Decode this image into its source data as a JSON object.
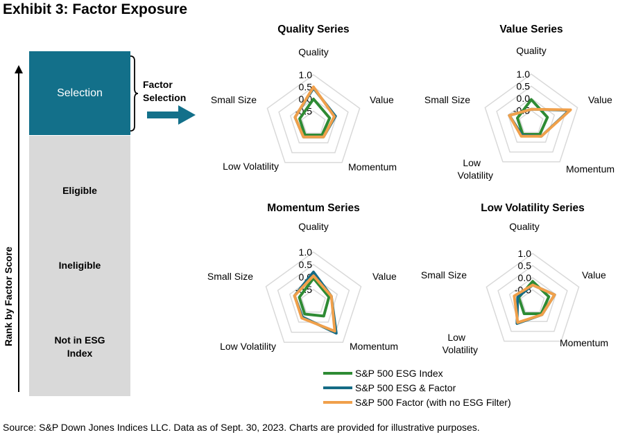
{
  "title": "Exhibit 3: Factor Exposure",
  "funnel": {
    "axis_label": "Rank by Factor Score",
    "selection_label": "Selection",
    "tiers": [
      "Eligible",
      "Ineligible",
      "Not in ESG Index"
    ],
    "arrow_label": "Factor Selection"
  },
  "colors": {
    "selection_fill": "#13708a",
    "tier_fill": "#d9d9d9",
    "grid": "#d9d9d9",
    "arrow": "#13708a"
  },
  "chart_data": [
    {
      "type": "radar",
      "title": "Quality Series",
      "axes": [
        "Quality",
        "Value",
        "Momentum",
        "Low Volatility",
        "Small Size"
      ],
      "ticks": [
        1.0,
        0.5,
        0.0,
        -0.5
      ],
      "rlim": [
        -1.0,
        1.0
      ],
      "series": [
        {
          "name": "S&P 500 ESG Index",
          "color": "#2e8b34",
          "values": [
            0.0,
            -0.3,
            -0.4,
            -0.4,
            -0.4
          ]
        },
        {
          "name": "S&P 500 ESG & Factor",
          "color": "#156b85",
          "values": [
            0.45,
            -0.05,
            -0.3,
            -0.3,
            -0.2
          ]
        },
        {
          "name": "S&P 500 Factor (with no ESG Filter)",
          "color": "#f0a04b",
          "values": [
            0.5,
            -0.1,
            -0.3,
            -0.3,
            -0.2
          ]
        }
      ]
    },
    {
      "type": "radar",
      "title": "Value Series",
      "axes": [
        "Quality",
        "Value",
        "Momentum",
        "Low Volatility",
        "Small Size"
      ],
      "ticks": [
        1.0,
        0.5,
        0.0,
        -0.5
      ],
      "rlim": [
        -1.0,
        1.0
      ],
      "series": [
        {
          "name": "S&P 500 ESG Index",
          "color": "#2e8b34",
          "values": [
            -0.05,
            -0.3,
            -0.4,
            -0.4,
            -0.4
          ]
        },
        {
          "name": "S&P 500 ESG & Factor",
          "color": "#156b85",
          "values": [
            -0.45,
            0.65,
            -0.3,
            -0.35,
            -0.05
          ]
        },
        {
          "name": "S&P 500 Factor (with no ESG Filter)",
          "color": "#f0a04b",
          "values": [
            -0.45,
            0.7,
            -0.3,
            -0.3,
            -0.05
          ]
        }
      ]
    },
    {
      "type": "radar",
      "title": "Momentum Series",
      "axes": [
        "Quality",
        "Value",
        "Momentum",
        "Low Volatility",
        "Small Size"
      ],
      "ticks": [
        1.0,
        0.5,
        0.0,
        -0.5
      ],
      "rlim": [
        -1.0,
        1.0
      ],
      "series": [
        {
          "name": "S&P 500 ESG Index",
          "color": "#2e8b34",
          "values": [
            -0.05,
            -0.35,
            -0.3,
            -0.4,
            -0.4
          ]
        },
        {
          "name": "S&P 500 ESG & Factor",
          "color": "#156b85",
          "values": [
            0.2,
            -0.25,
            0.55,
            -0.25,
            -0.2
          ]
        },
        {
          "name": "S&P 500 Factor (with no ESG Filter)",
          "color": "#f0a04b",
          "values": [
            0.05,
            -0.25,
            0.45,
            -0.2,
            -0.2
          ]
        }
      ]
    },
    {
      "type": "radar",
      "title": "Low Volatility Series",
      "axes": [
        "Quality",
        "Value",
        "Momentum",
        "Low Volatility",
        "Small Size"
      ],
      "ticks": [
        1.0,
        0.5,
        0.0,
        -0.5
      ],
      "rlim": [
        -1.0,
        1.0
      ],
      "series": [
        {
          "name": "S&P 500 ESG Index",
          "color": "#2e8b34",
          "values": [
            -0.15,
            -0.3,
            -0.4,
            -0.4,
            -0.4
          ]
        },
        {
          "name": "S&P 500 ESG & Factor",
          "color": "#156b85",
          "values": [
            -0.3,
            -0.05,
            -0.35,
            0.1,
            -0.35
          ]
        },
        {
          "name": "S&P 500 Factor (with no ESG Filter)",
          "color": "#f0a04b",
          "values": [
            -0.3,
            -0.05,
            -0.35,
            0.05,
            -0.2
          ]
        }
      ]
    }
  ],
  "legend": [
    {
      "label": "S&P 500 ESG Index",
      "color": "#2e8b34"
    },
    {
      "label": "S&P 500 ESG & Factor",
      "color": "#156b85"
    },
    {
      "label": "S&P 500 Factor (with no ESG Filter)",
      "color": "#f0a04b"
    }
  ],
  "source": "Source: S&P Down Jones Indices LLC. Data as of Sept. 30, 2023. Charts are provided for illustrative purposes."
}
